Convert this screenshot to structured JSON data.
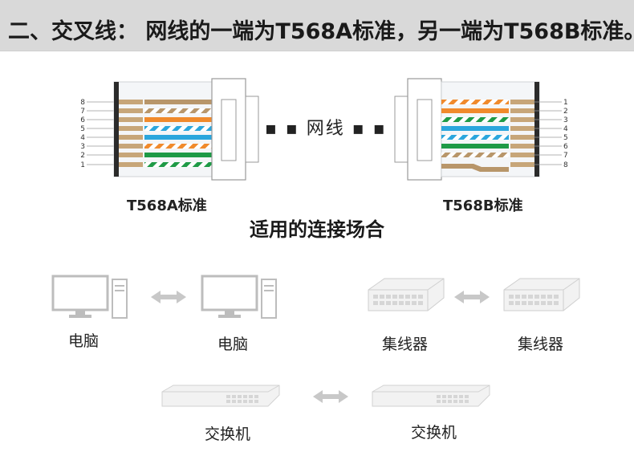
{
  "header": {
    "title": "二、交叉线：   网线的一端为T568A标准，另一端为T568B标准。"
  },
  "connectors": {
    "left_label": "T568A标准",
    "right_label": "T568B标准",
    "cable_label": "▪ ▪ 网线 ▪ ▪",
    "left_pins": [
      "8",
      "7",
      "6",
      "5",
      "4",
      "3",
      "2",
      "1"
    ],
    "right_pins": [
      "1",
      "2",
      "3",
      "4",
      "5",
      "6",
      "7",
      "8"
    ],
    "wire_colors": {
      "orange": "#f08a2c",
      "green": "#1e9a46",
      "blue": "#2aa6dd",
      "brown": "#b8966a",
      "white": "#ffffff"
    }
  },
  "section": {
    "title": "适用的连接场合"
  },
  "devices": {
    "row1_left": {
      "a": "电脑",
      "b": "电脑"
    },
    "row1_right": {
      "a": "集线器",
      "b": "集线器"
    },
    "row2": {
      "a": "交换机",
      "b": "交换机"
    }
  },
  "colors": {
    "header_bg": "#d9d9d9",
    "icon_gray": "#bdbdbd",
    "arrow_gray": "#c8c8c8"
  }
}
